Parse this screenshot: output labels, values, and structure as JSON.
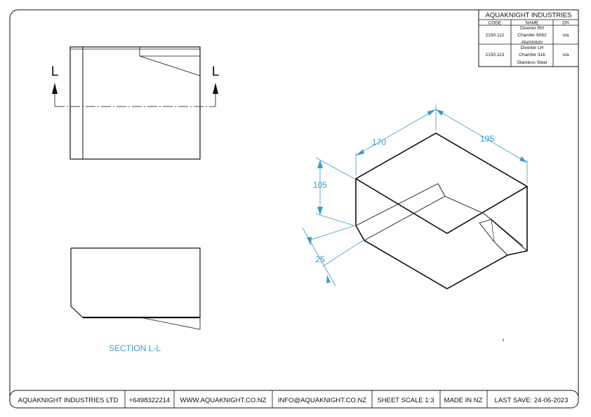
{
  "title_block": {
    "company": "AQUAKNIGHT INDUSTRIES",
    "headers": {
      "code": "CODE",
      "name": "NAME",
      "dn": "DN"
    },
    "rows": [
      {
        "code": "2150.112",
        "name_lines": [
          "Diverter RH",
          "Chamfer 6062",
          "Aluminium"
        ],
        "dn": "n/a"
      },
      {
        "code": "2150.113",
        "name_lines": [
          "Diverter LH",
          "Chamfer 316",
          "Stainless Steel"
        ],
        "dn": "n/a"
      }
    ]
  },
  "section": {
    "marker_left": "L",
    "marker_right": "L",
    "caption": "SECTION L-L"
  },
  "dimensions": {
    "width": "170",
    "depth": "195",
    "height": "105",
    "chamfer": "25"
  },
  "footer": {
    "company": "AQUAKNIGHT INDUSTRIES LTD",
    "phone": "+6498322214",
    "web": "WWW.AQUAKNIGHT.CO.NZ",
    "email": "INFO@AQUAKNIGHT.CO.NZ",
    "scale": "SHEET SCALE 1:3",
    "origin": "MADE IN NZ",
    "last_save": "LAST SAVE: 24-06-2023"
  },
  "colors": {
    "dimension": "#3a9bc4",
    "line": "#111111"
  }
}
